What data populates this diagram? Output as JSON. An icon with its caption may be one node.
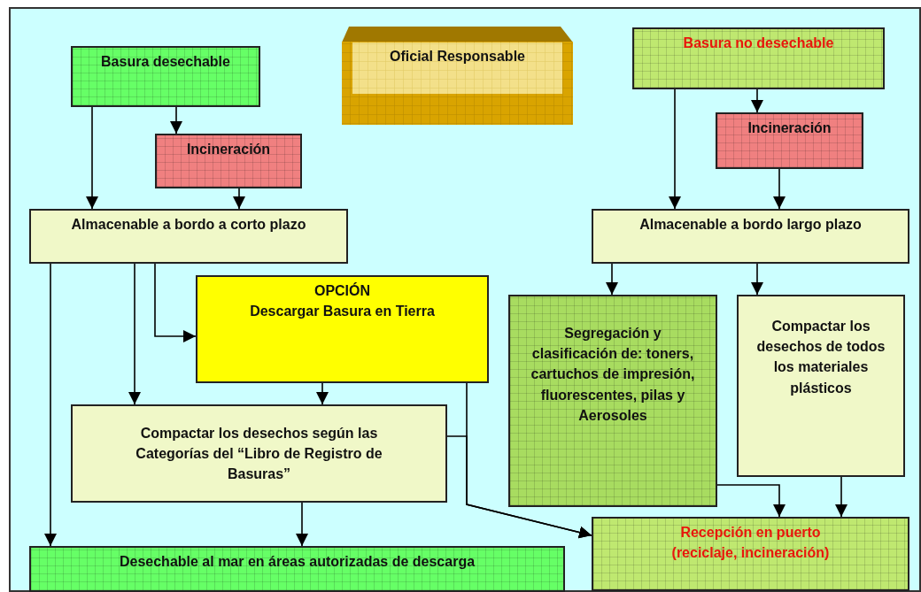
{
  "diagram": {
    "nodes": [
      {
        "text": [
          "Basura desechable"
        ]
      },
      {
        "text": [
          "Incineración"
        ]
      },
      {
        "text": [
          "Almacenable a bordo a corto plazo"
        ]
      },
      {
        "text": [
          "Oficial Responsable"
        ]
      },
      {
        "text": [
          "Basura no desechable"
        ]
      },
      {
        "text": [
          "Incineración"
        ]
      },
      {
        "text": [
          "Almacenable a bordo largo plazo"
        ]
      },
      {
        "text": [
          "OPCIÓN",
          "Descargar Basura en Tierra"
        ]
      },
      {
        "text": [
          "Compactar los desechos según las Categorías del “Libro de Registro de Basuras”"
        ]
      },
      {
        "text": [
          "Segregación y clasificación de: toners, cartuchos de impresión, fluorescentes, pilas y Aerosoles"
        ]
      },
      {
        "text": [
          "Compactar los desechos de todos los materiales plásticos"
        ]
      },
      {
        "text": [
          "Desechable al mar en áreas autorizadas de descarga"
        ]
      },
      {
        "text": [
          "Recepción en puerto (reciclaje, incineración)"
        ]
      }
    ],
    "edges": [
      {
        "from": 0,
        "to": 1,
        "arrow": "to"
      },
      {
        "from": 0,
        "to": 2,
        "arrow": "to"
      },
      {
        "from": 1,
        "to": 2,
        "arrow": "to"
      },
      {
        "from": 4,
        "to": 5,
        "arrow": "to"
      },
      {
        "from": 4,
        "to": 6,
        "arrow": "to"
      },
      {
        "from": 5,
        "to": 6,
        "arrow": "to"
      },
      {
        "from": 2,
        "to": 11,
        "arrow": "to"
      },
      {
        "from": 2,
        "to": 8,
        "arrow": "to"
      },
      {
        "from": 2,
        "to": 7,
        "arrow": "to"
      },
      {
        "from": 7,
        "to": 8,
        "arrow": "to"
      },
      {
        "from": 8,
        "to": 11,
        "arrow": "to"
      },
      {
        "from": 8,
        "to": 12,
        "arrow": "to"
      },
      {
        "from": 7,
        "to": 12,
        "arrow": "to"
      },
      {
        "from": 6,
        "to": 9,
        "arrow": "to"
      },
      {
        "from": 6,
        "to": 10,
        "arrow": "to"
      },
      {
        "from": 9,
        "to": 12,
        "arrow": "to"
      },
      {
        "from": 10,
        "to": 12,
        "arrow": "to"
      }
    ]
  }
}
